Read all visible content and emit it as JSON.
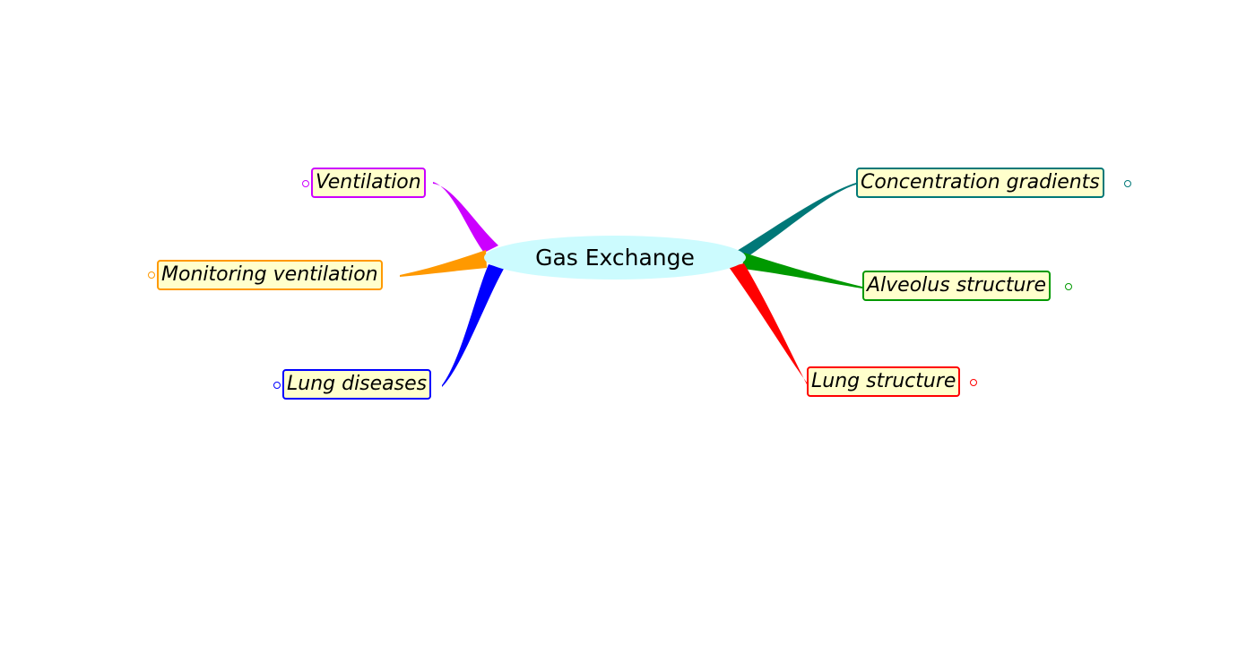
{
  "central_topic": {
    "label": "Gas Exchange",
    "fill": "#ccfbfe"
  },
  "branches": [
    {
      "id": "ventilation",
      "label": "Ventilation",
      "color": "#cc00ff",
      "side": "left"
    },
    {
      "id": "monitoring",
      "label": "Monitoring ventilation",
      "color": "#ff9900",
      "side": "left"
    },
    {
      "id": "diseases",
      "label": "Lung diseases",
      "color": "#0000ff",
      "side": "left"
    },
    {
      "id": "gradients",
      "label": "Concentration gradients",
      "color": "#007878",
      "side": "right"
    },
    {
      "id": "alveolus",
      "label": "Alveolus structure",
      "color": "#009900",
      "side": "right"
    },
    {
      "id": "lungstructure",
      "label": "Lung structure",
      "color": "#ff0000",
      "side": "right"
    }
  ]
}
